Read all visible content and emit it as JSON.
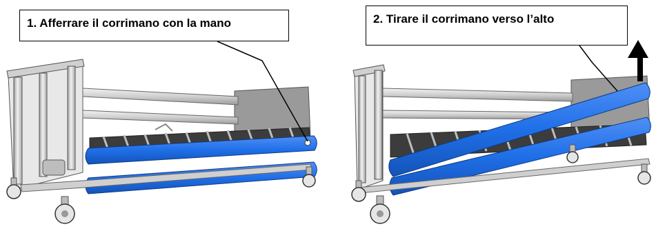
{
  "steps": [
    {
      "number": "1",
      "instruction": "1. Afferrare il corrimano con la mano"
    },
    {
      "number": "2",
      "instruction": "2. Tirare il corrimano verso l’alto"
    }
  ],
  "colors": {
    "rail": "#1f6fe8",
    "rail_dark": "#1453b8",
    "frame": "#d6d6d6",
    "frame_dark": "#7a7a7a",
    "panel": "#9a9a9a",
    "outline": "#000000"
  },
  "icons": [
    "arrow-up-icon",
    "caster-wheel-icon"
  ]
}
